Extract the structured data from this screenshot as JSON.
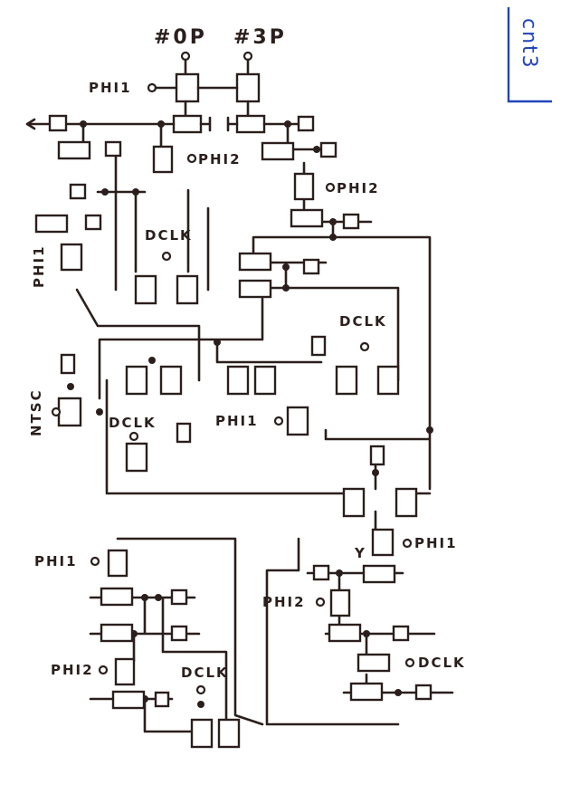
{
  "sheet": {
    "tag": "cnt3",
    "header_labels": [
      "#0P",
      "#3P"
    ]
  },
  "labels": {
    "phi1_top": "PHI1",
    "phi2_a": "PHI2",
    "phi2_b": "PHI2",
    "phi1_left": "PHI1",
    "dclk_a": "DCLK",
    "dclk_b": "DCLK",
    "dclk_c": "DCLK",
    "ntsc": "NTSC",
    "phi1_mid": "PHI1",
    "phi1_right": "PHI1",
    "y": "Y",
    "phi2_c": "PHI2",
    "dclk_d": "DCLK",
    "phi1_bottom": "PHI1",
    "phi2_bottom": "PHI2",
    "dclk_bottom": "DCLK"
  }
}
